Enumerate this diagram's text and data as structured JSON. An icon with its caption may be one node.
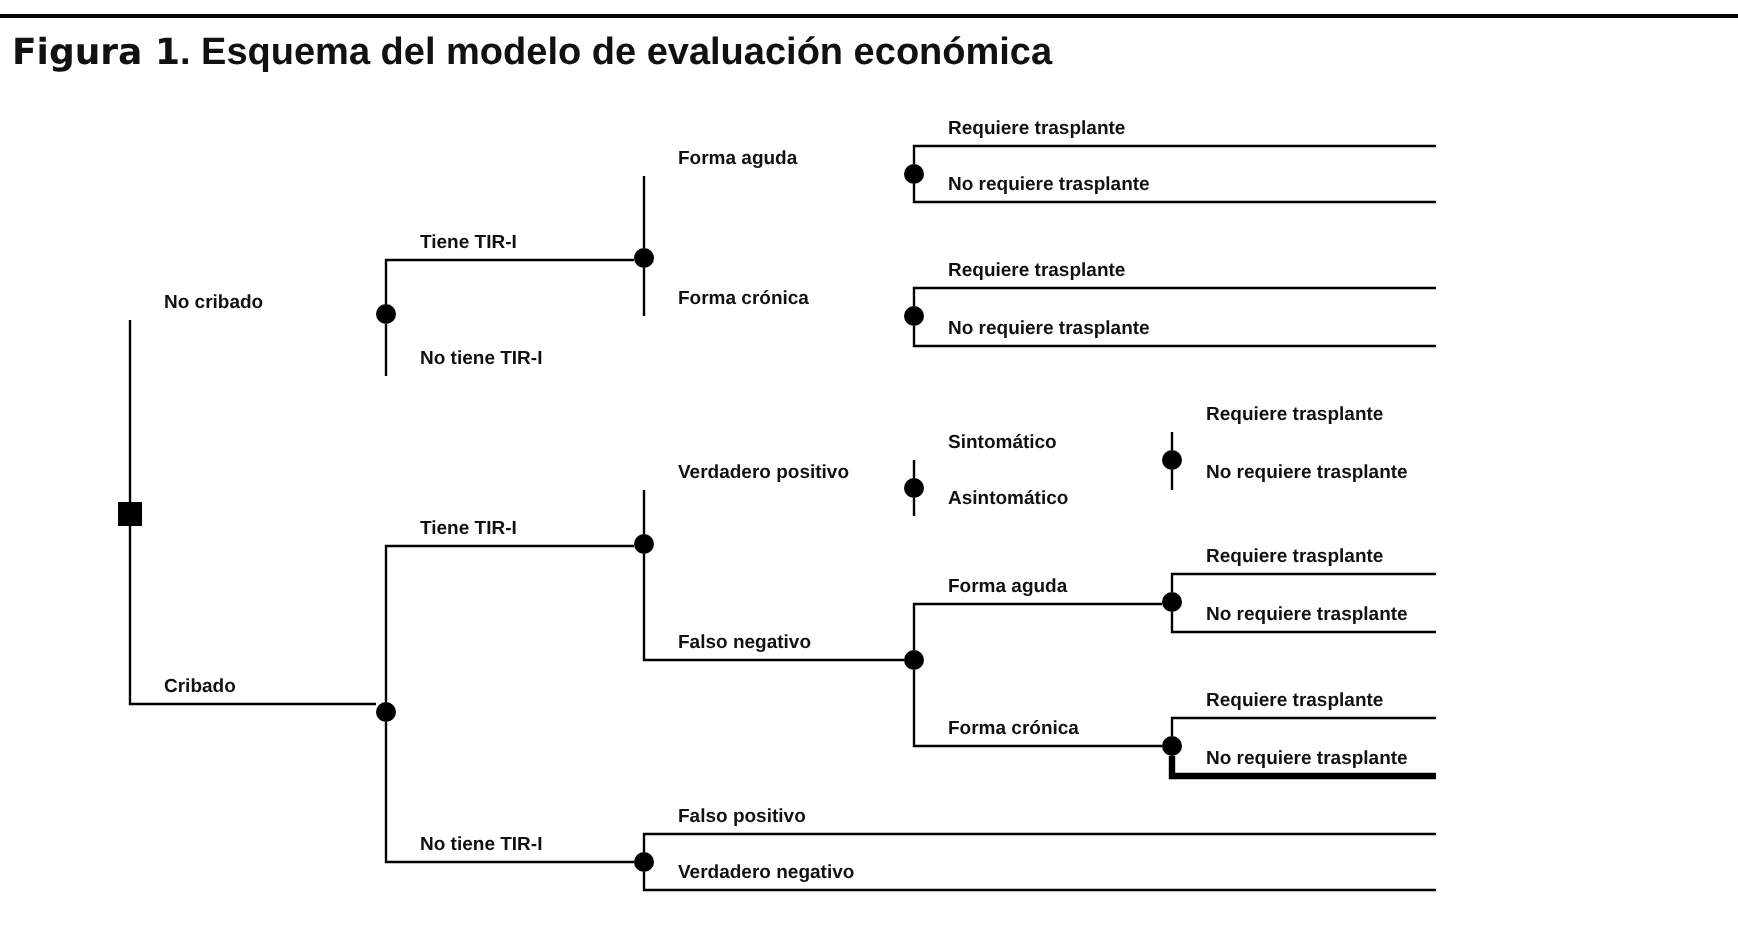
{
  "diagram": {
    "title": "**Figura 1**. Esquema del modelo de evaluación económica",
    "nodes": [
      {
        "text": [],
        "shape": "box"
      },
      {
        "text": [],
        "shape": "circle"
      },
      {
        "text": [],
        "shape": "circle"
      },
      {
        "text": [],
        "shape": "circle"
      },
      {
        "text": [],
        "shape": "circle"
      },
      {
        "text": [],
        "shape": "circle"
      },
      {
        "text": [],
        "shape": "circle"
      },
      {
        "text": [],
        "shape": "circle"
      },
      {
        "text": [],
        "shape": "circle"
      },
      {
        "text": [],
        "shape": "circle"
      },
      {
        "text": [],
        "shape": "circle"
      },
      {
        "text": [],
        "shape": "circle"
      },
      {
        "text": [],
        "shape": "circle"
      }
    ],
    "edges": [
      {
        "from": 0,
        "to": null,
        "arrow": "none",
        "label": "No cribado"
      },
      {
        "from": 0,
        "to": 5,
        "arrow": "none",
        "label": "Cribado"
      },
      {
        "from": 1,
        "to": 2,
        "arrow": "none",
        "label": "Tiene TIR-I"
      },
      {
        "from": 1,
        "to": null,
        "arrow": "none",
        "label": "No tiene TIR-I"
      },
      {
        "from": 2,
        "to": null,
        "arrow": "none",
        "label": "Forma aguda"
      },
      {
        "from": 2,
        "to": null,
        "arrow": "none",
        "label": "Forma crónica"
      },
      {
        "from": 3,
        "to": null,
        "arrow": "none",
        "label": "Requiere trasplante"
      },
      {
        "from": 3,
        "to": null,
        "arrow": "none",
        "label": "No requiere trasplante"
      },
      {
        "from": 4,
        "to": null,
        "arrow": "none",
        "label": "Requiere trasplante"
      },
      {
        "from": 4,
        "to": null,
        "arrow": "none",
        "label": "No requiere trasplante"
      },
      {
        "from": 5,
        "to": 6,
        "arrow": "none",
        "label": "Tiene TIR-I"
      },
      {
        "from": 5,
        "to": 12,
        "arrow": "none",
        "label": "No tiene TIR-I"
      },
      {
        "from": 6,
        "to": null,
        "arrow": "none",
        "label": "Verdadero positivo"
      },
      {
        "from": 6,
        "to": 9,
        "arrow": "none",
        "label": "Falso negativo"
      },
      {
        "from": 7,
        "to": null,
        "arrow": "none",
        "label": "Sintomático"
      },
      {
        "from": 7,
        "to": null,
        "arrow": "none",
        "label": "Asintomático"
      },
      {
        "from": 8,
        "to": null,
        "arrow": "none",
        "label": "Requiere trasplante"
      },
      {
        "from": 8,
        "to": null,
        "arrow": "none",
        "label": "No requiere trasplante"
      },
      {
        "from": 9,
        "to": 10,
        "arrow": "none",
        "label": "Forma aguda"
      },
      {
        "from": 9,
        "to": 11,
        "arrow": "none",
        "label": "Forma crónica"
      },
      {
        "from": 10,
        "to": null,
        "arrow": "none",
        "label": "Requiere trasplante"
      },
      {
        "from": 10,
        "to": null,
        "arrow": "none",
        "label": "No requiere trasplante"
      },
      {
        "from": 11,
        "to": null,
        "arrow": "none",
        "label": "Requiere trasplante"
      },
      {
        "from": 11,
        "to": null,
        "arrow": "none",
        "label": "No requiere trasplante",
        "style": "thick"
      },
      {
        "from": 12,
        "to": null,
        "arrow": "none",
        "label": "Falso positivo"
      },
      {
        "from": 12,
        "to": null,
        "arrow": "none",
        "label": "Verdadero negativo"
      }
    ]
  }
}
